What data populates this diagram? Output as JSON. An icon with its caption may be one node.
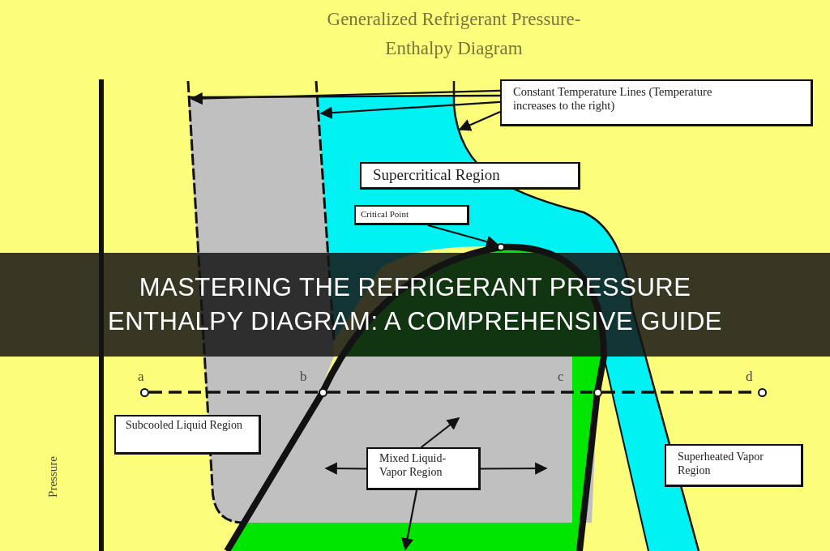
{
  "diagram": {
    "title": "Generalized Refrigerant Pressure-Enthalpy Diagram",
    "caption": "MASTERING THE REFRIGERANT PRESSURE ENTHALPY DIAGRAM: A COMPREHENSIVE GUIDE",
    "nodes": [
      {
        "text": [
          "Constant Temperature Lines (Temperature increases to the right)"
        ]
      },
      {
        "text": [
          "Supercritical Region"
        ]
      },
      {
        "text": [
          "Critical Point"
        ]
      },
      {
        "text": [],
        "shape": "circle",
        "beside": [
          "a"
        ]
      },
      {
        "text": [],
        "shape": "circle",
        "beside": [
          "b"
        ]
      },
      {
        "text": [],
        "shape": "circle",
        "beside": [
          "c"
        ]
      },
      {
        "text": [],
        "shape": "circle",
        "beside": [
          "d"
        ]
      },
      {
        "text": [
          "Subcooled Liquid Region"
        ]
      },
      {
        "text": [
          "Mixed Liquid-Vapor Region"
        ]
      },
      {
        "text": [
          "Superheated Vapor Region"
        ]
      }
    ],
    "edges": [
      {
        "from": 0,
        "to": null,
        "arrow": "to"
      },
      {
        "from": 0,
        "to": null,
        "arrow": "to"
      },
      {
        "from": 0,
        "to": null,
        "arrow": "to"
      },
      {
        "from": 2,
        "to": null,
        "arrow": "to"
      },
      {
        "from": 3,
        "to": 4,
        "arrow": "none",
        "style": "dashed"
      },
      {
        "from": 4,
        "to": 5,
        "arrow": "none",
        "style": "dashed"
      },
      {
        "from": 5,
        "to": 6,
        "arrow": "none",
        "style": "dashed"
      },
      {
        "from": 8,
        "to": null,
        "arrow": "to"
      },
      {
        "from": 8,
        "to": null,
        "arrow": "to"
      },
      {
        "from": 8,
        "to": null,
        "arrow": "to"
      },
      {
        "from": 8,
        "to": null,
        "arrow": "to"
      }
    ],
    "labels": [
      "Pressure"
    ]
  }
}
